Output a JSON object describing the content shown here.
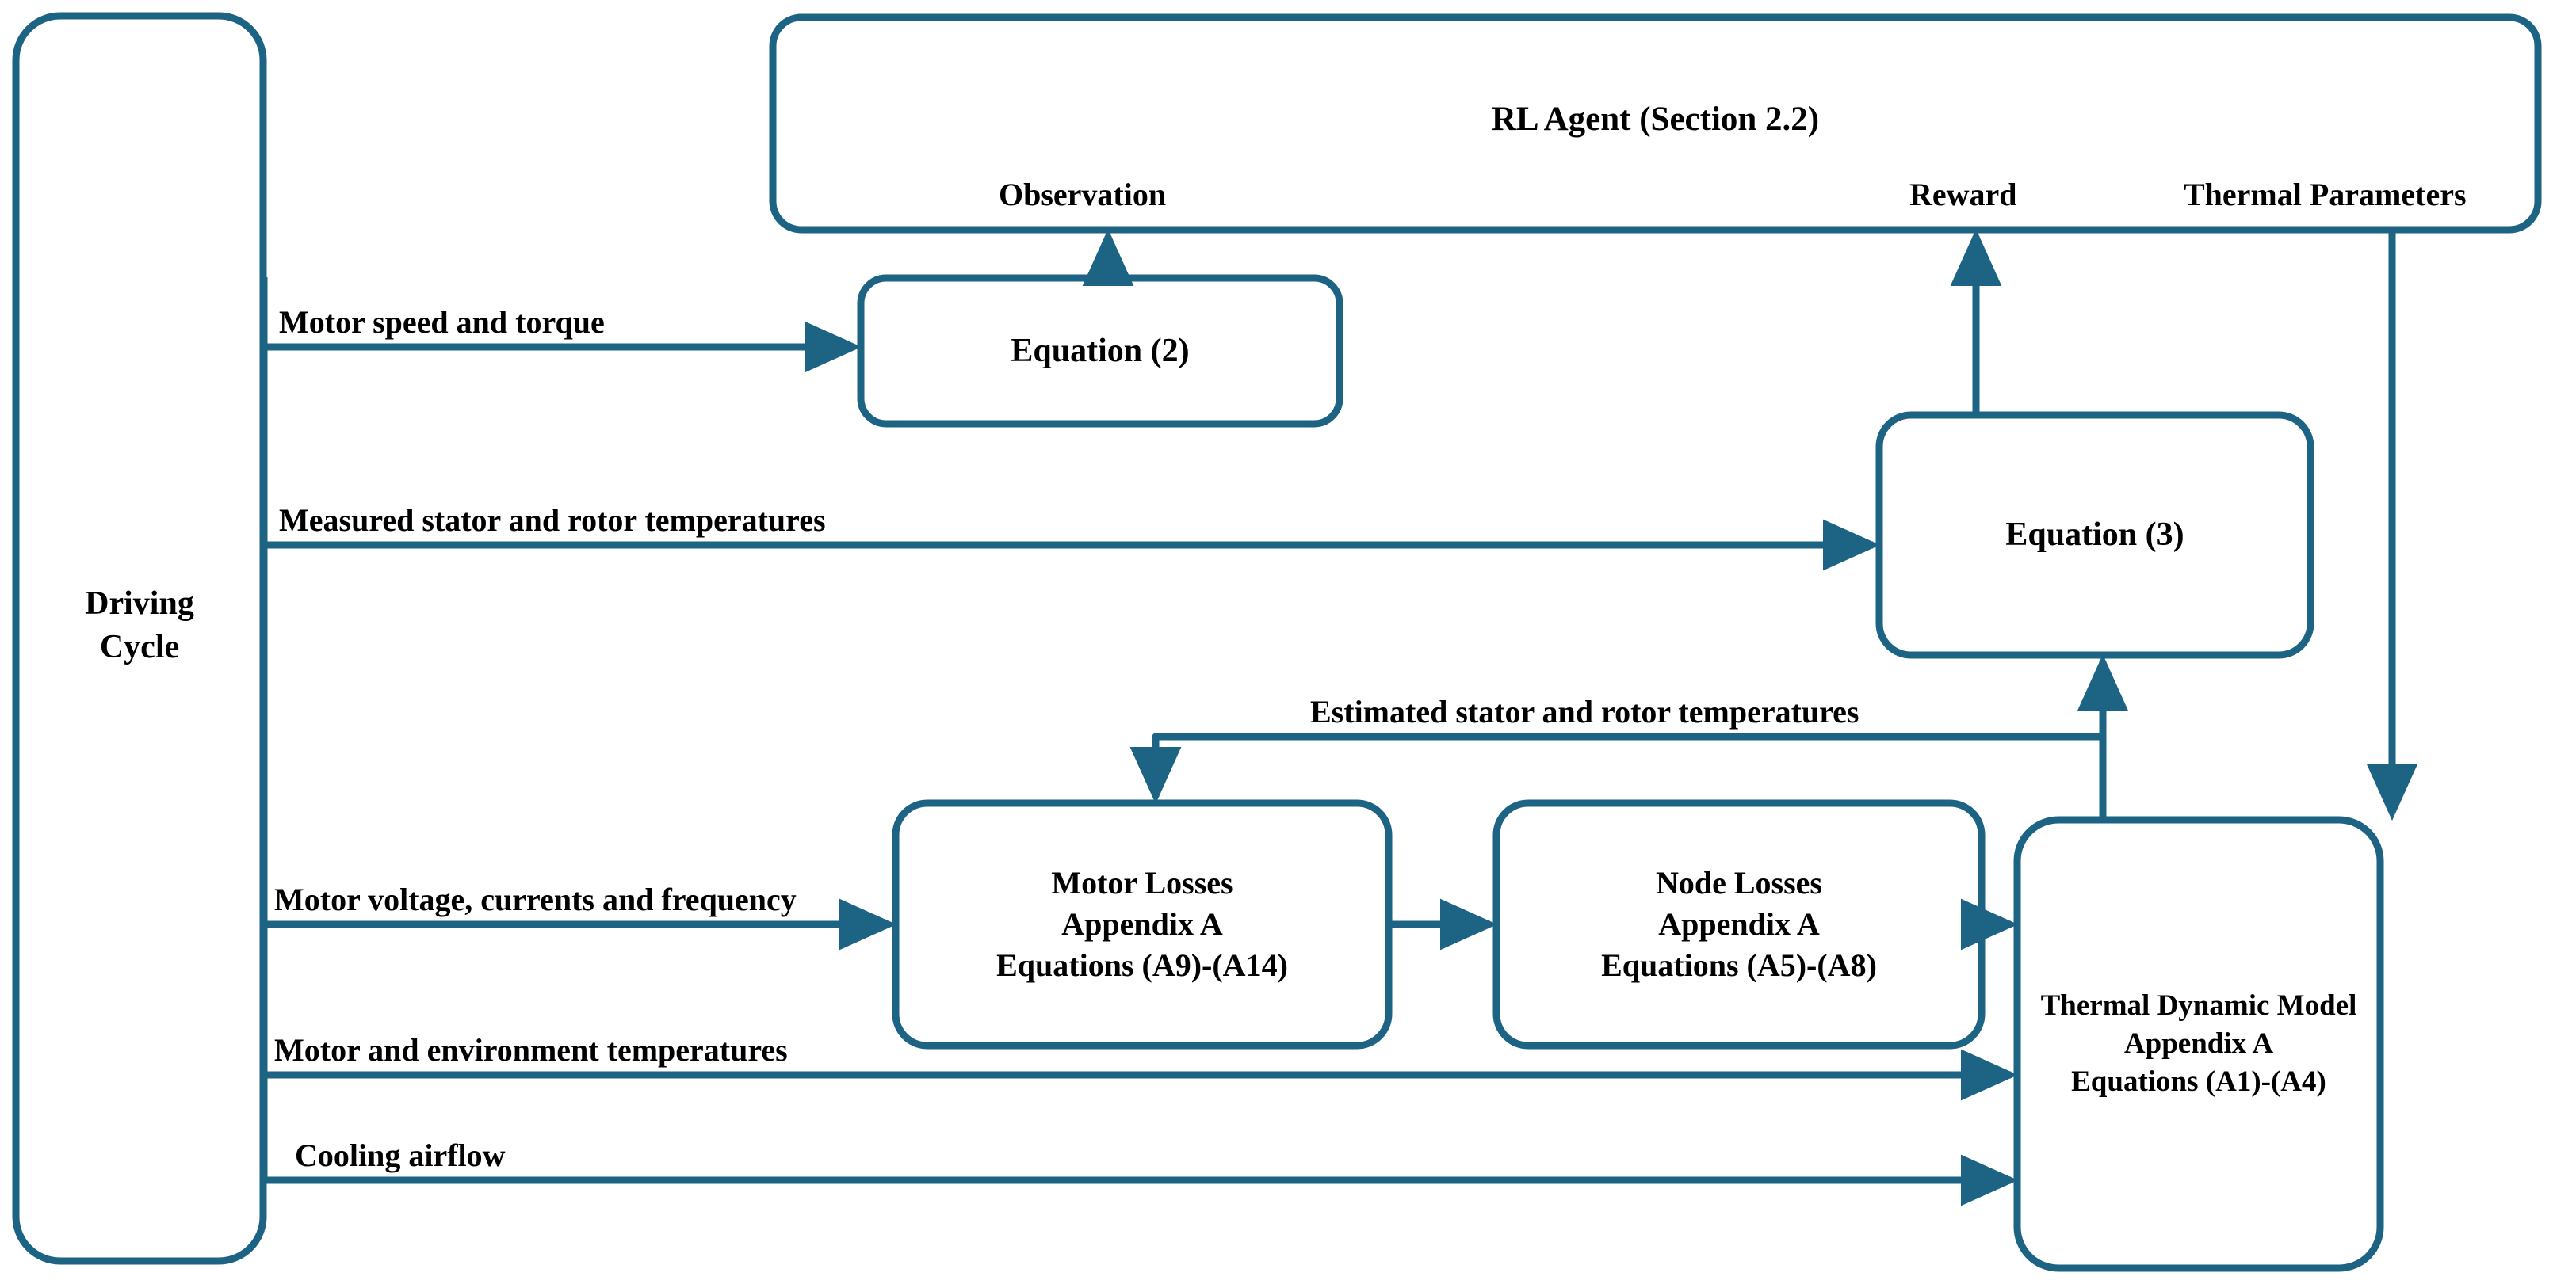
{
  "diagram": {
    "title": "RL Agent thermal model block diagram",
    "accent_color": "#1C6384",
    "text_color": "#000000",
    "background_color": "#FFFFFF"
  },
  "nodes": {
    "driving_cycle": {
      "label": "Driving\nCycle"
    },
    "rl_agent": {
      "label": "RL Agent (Section 2.2)"
    },
    "equation_2": {
      "label": "Equation (2)"
    },
    "equation_3": {
      "label": "Equation (3)"
    },
    "motor_losses": {
      "label": "Motor Losses\nAppendix A\nEquations (A9)-(A14)"
    },
    "node_losses": {
      "label": "Node Losses\nAppendix A\nEquations (A5)-(A8)"
    },
    "thermal_dynamic_model": {
      "label": "Thermal Dynamic Model\nAppendix A\nEquations (A1)-(A4)"
    }
  },
  "port_labels": {
    "observation": "Observation",
    "reward": "Reward",
    "thermal_parameters": "Thermal Parameters"
  },
  "edge_labels": {
    "motor_speed_and_torque": "Motor speed and torque",
    "measured_temperatures": "Measured stator and rotor temperatures",
    "estimated_temperatures": "Estimated stator and rotor temperatures",
    "motor_voltage_currents_frequency": "Motor voltage, currents and frequency",
    "motor_and_environment_temperatures": "Motor and environment temperatures",
    "cooling_airflow": "Cooling airflow"
  }
}
